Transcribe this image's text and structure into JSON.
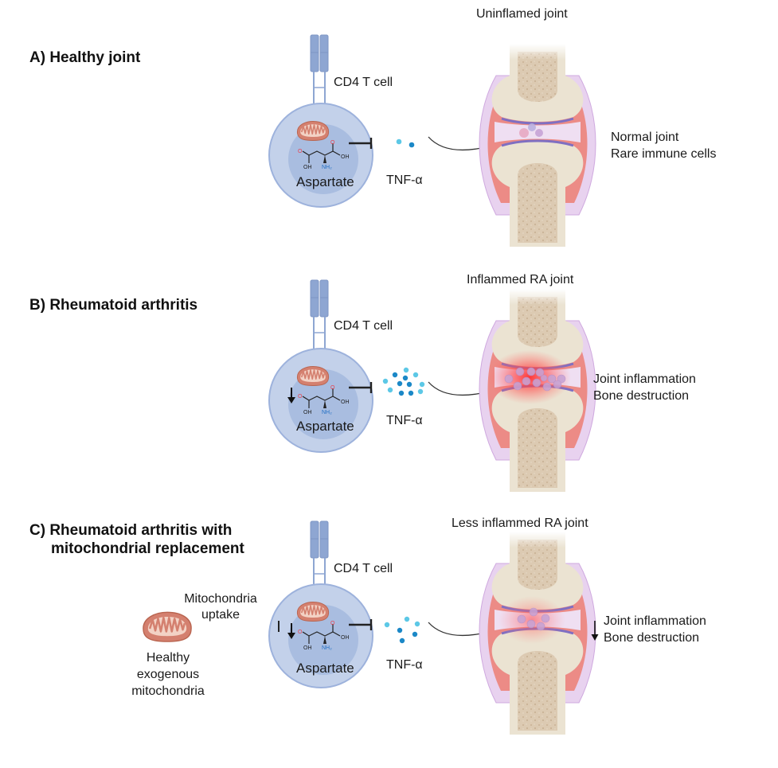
{
  "colors": {
    "cell_outer": "#c3d1ea",
    "cell_inner": "#a9bde0",
    "cell_stroke": "#9db2dc",
    "receptor": "#8ea6d2",
    "mito_fill": "#d98b7b",
    "mito_inner": "#f3d3c8",
    "tnf_light": "#5cc8e6",
    "tnf_dark": "#1b88c7",
    "bone_outer": "#ebe3d2",
    "bone_marrow": "#d8c6ad",
    "capsule": "#e2c9ea",
    "synovium": "#ec8b86",
    "cartilage_line": "#7f6fc2",
    "cavity": "#efdff2",
    "inflammation": "#ff3b3b",
    "oxygen": "#e8414e",
    "nitrogen": "#2370c4"
  },
  "panels": [
    {
      "id": "A",
      "title_lines": [
        "A)  Healthy joint"
      ],
      "cell_label": "CD4 T cell",
      "metabolite_label": "Aspartate",
      "cytokine_label": "TNF-α",
      "joint_title": "Uninflamed joint",
      "joint_notes": [
        "Normal joint",
        "Rare immune cells"
      ],
      "aspartate_decreased": false,
      "outcome_decreased": false,
      "tnf_level": "low",
      "inflammation_level": "none"
    },
    {
      "id": "B",
      "title_lines": [
        "B)  Rheumatoid arthritis"
      ],
      "cell_label": "CD4 T cell",
      "metabolite_label": "Aspartate",
      "cytokine_label": "TNF-α",
      "joint_title": "Inflammed RA joint",
      "joint_notes": [
        "Joint inflammation",
        "Bone destruction"
      ],
      "aspartate_decreased": true,
      "outcome_decreased": false,
      "tnf_level": "high",
      "inflammation_level": "high"
    },
    {
      "id": "C",
      "title_lines": [
        "C)  Rheumatoid arthritis with",
        "mitochondrial replacement"
      ],
      "cell_label": "CD4 T cell",
      "metabolite_label": "Aspartate",
      "cytokine_label": "TNF-α",
      "joint_title": "Less inflammed RA joint",
      "joint_notes": [
        "Joint inflammation",
        "Bone destruction"
      ],
      "aspartate_decreased": true,
      "outcome_decreased": true,
      "tnf_level": "medium",
      "inflammation_level": "medium",
      "uptake_label_lines": [
        "Mitochondria",
        "uptake"
      ],
      "exogenous_label_lines": [
        "Healthy",
        "exogenous",
        "mitochondria"
      ]
    }
  ],
  "molecule": {
    "atoms": [
      "O",
      "OH",
      "OH",
      "O",
      "NH₂"
    ]
  }
}
